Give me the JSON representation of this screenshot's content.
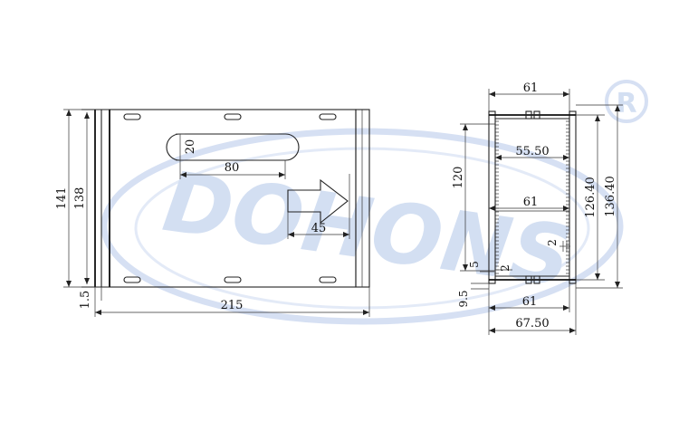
{
  "watermark": {
    "text": "DOHONS",
    "registered_mark": "R",
    "color": "#c8d6ef"
  },
  "front_view": {
    "dim_height_outer": "141",
    "dim_height_inner": "138",
    "dim_flange": "1.5",
    "dim_width": "215",
    "dim_slot_height": "20",
    "dim_slot_length": "80",
    "dim_arrow_offset": "45"
  },
  "side_view": {
    "dim_top_width": "61",
    "dim_inner_width": "55.50",
    "dim_mid_width": "61",
    "dim_bottom_width": "61",
    "dim_overall_width": "67.50",
    "dim_inner_height": "120",
    "dim_height_a": "126.40",
    "dim_height_b": "136.40",
    "dim_fin_1": "2",
    "dim_fin_2": "2",
    "dim_foot": "5",
    "dim_base": "9.5"
  }
}
